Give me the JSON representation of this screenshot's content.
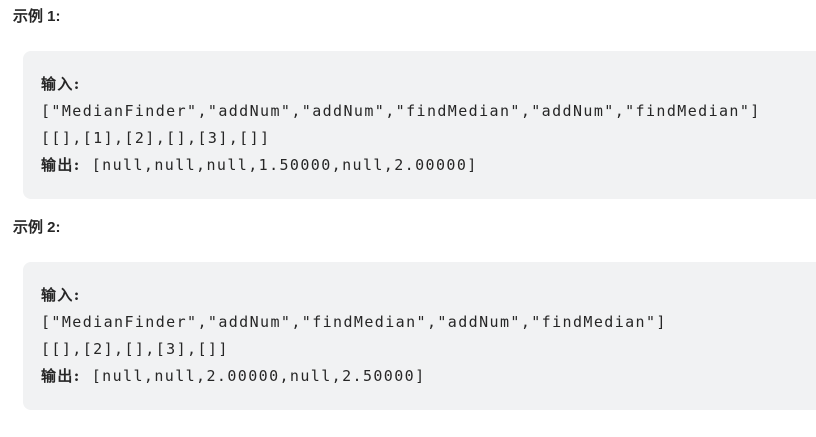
{
  "colors": {
    "page_bg": "#ffffff",
    "code_block_bg": "#f1f2f3",
    "text": "#262626"
  },
  "examples": [
    {
      "heading": "示例 1:",
      "input_label": "输入:",
      "input_lines": [
        "[\"MedianFinder\",\"addNum\",\"addNum\",\"findMedian\",\"addNum\",\"findMedian\"]",
        "[[],[1],[2],[],[3],[]]"
      ],
      "output_label": "输出:",
      "output_value": "[null,null,null,1.50000,null,2.00000]"
    },
    {
      "heading": "示例 2:",
      "input_label": "输入:",
      "input_lines": [
        "[\"MedianFinder\",\"addNum\",\"findMedian\",\"addNum\",\"findMedian\"]",
        "[[],[2],[],[3],[]]"
      ],
      "output_label": "输出:",
      "output_value": "[null,null,2.00000,null,2.50000]"
    }
  ]
}
